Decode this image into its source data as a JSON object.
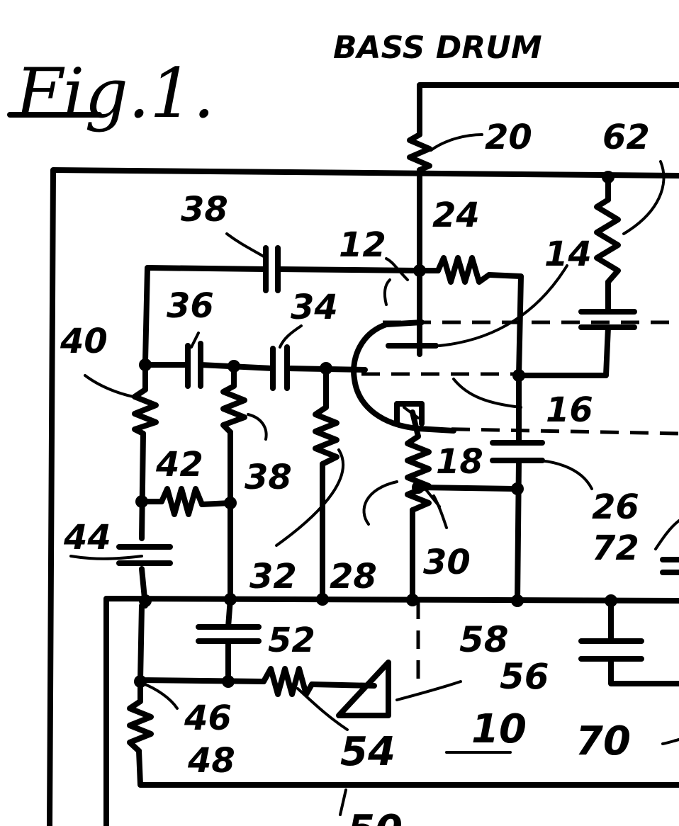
{
  "figure_title": "Fig.1.",
  "heading": "BASS DRUM",
  "labels": {
    "l20": "20",
    "l62": "62",
    "l24": "24",
    "l38a": "38",
    "l12": "12",
    "l14": "14",
    "l36": "36",
    "l34": "34",
    "l40": "40",
    "l16": "16",
    "l42": "42",
    "l38b": "38",
    "l18": "18",
    "l26": "26",
    "l44": "44",
    "l72": "72",
    "l32": "32",
    "l28": "28",
    "l30": "30",
    "l52": "52",
    "l58": "58",
    "l56": "56",
    "l46": "46",
    "l48": "48",
    "l54": "54",
    "l10": "10",
    "l70": "70",
    "l50": "50"
  }
}
